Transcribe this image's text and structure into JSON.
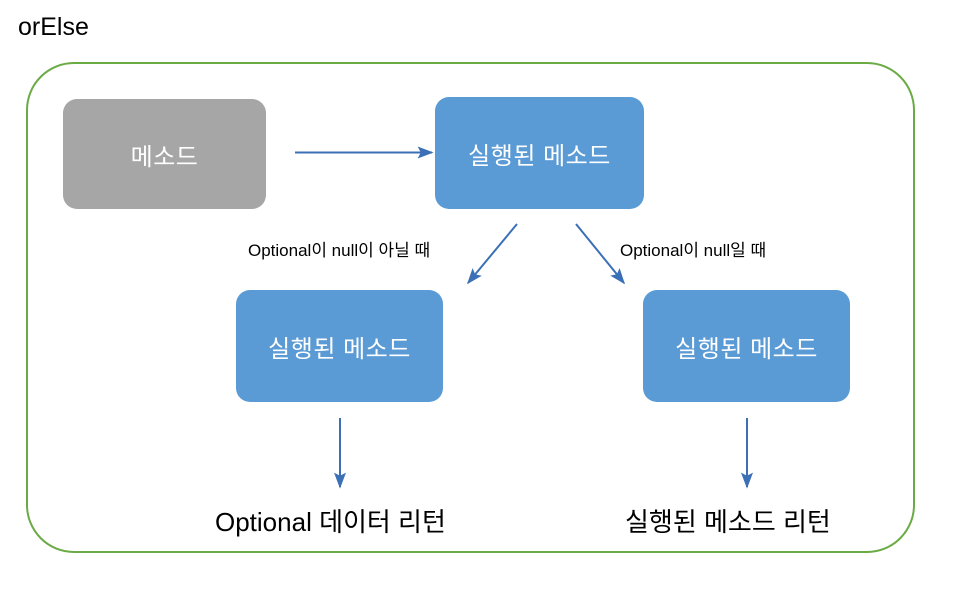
{
  "diagram": {
    "title": "orElse",
    "frame_color": "#6BAB45",
    "accent_blue": "#5B9BD5",
    "accent_grey": "#A6A6A6",
    "arrow_color": "#3B6FB6",
    "nodes": [
      {
        "id": "method",
        "label": "메소드",
        "fill": "#A6A6A6"
      },
      {
        "id": "executed_top",
        "label": "실행된 메소드",
        "fill": "#5B9BD5"
      },
      {
        "id": "executed_left",
        "label": "실행된 메소드",
        "fill": "#5B9BD5"
      },
      {
        "id": "executed_right",
        "label": "실행된 메소드",
        "fill": "#5B9BD5"
      }
    ],
    "edge_labels": {
      "not_null": "Optional이 null이 아닐 때",
      "is_null": "Optional이 null일 때"
    },
    "results": {
      "left": "Optional 데이터 리턴",
      "right": "실행된 메소드 리턴"
    }
  }
}
